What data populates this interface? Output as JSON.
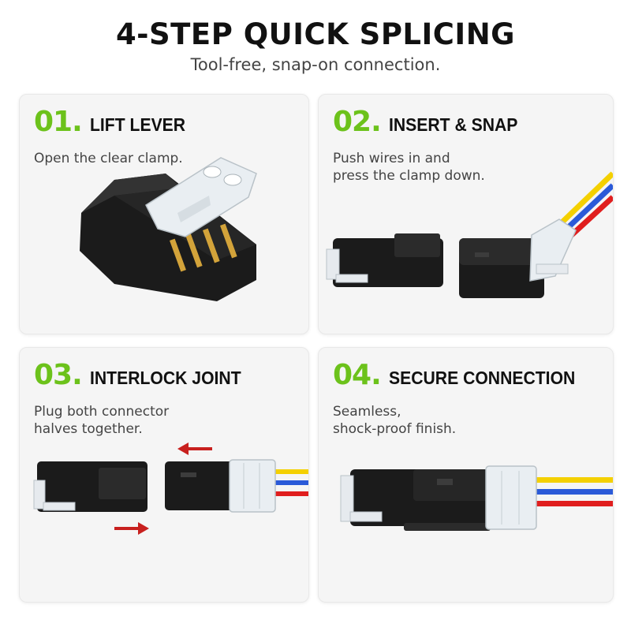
{
  "header": {
    "title": "4-STEP QUICK SPLICING",
    "subtitle": "Tool-free, snap-on connection."
  },
  "colors": {
    "accent_green": "#6cc21b",
    "connector_black": "#1a1a1a",
    "wire_yellow": "#f4d000",
    "wire_blue": "#2a5ad8",
    "wire_red": "#e01e1e",
    "arrow_red": "#c8201e"
  },
  "steps": [
    {
      "number": "01.",
      "title": "LIFT LEVER",
      "description_lines": [
        "Open the clear clamp."
      ],
      "image": "connector-open-clamp-icon"
    },
    {
      "number": "02.",
      "title": "INSERT & SNAP",
      "description_lines": [
        "Push wires in and",
        "press the clamp down."
      ],
      "image": "connector-insert-wires-icon"
    },
    {
      "number": "03.",
      "title": "INTERLOCK JOINT",
      "description_lines": [
        "Plug both connector",
        "halves together."
      ],
      "image": "connector-halves-arrows-icon"
    },
    {
      "number": "04.",
      "title": "SECURE CONNECTION",
      "description_lines": [
        "Seamless,",
        "shock-proof finish."
      ],
      "image": "connector-joined-icon"
    }
  ]
}
